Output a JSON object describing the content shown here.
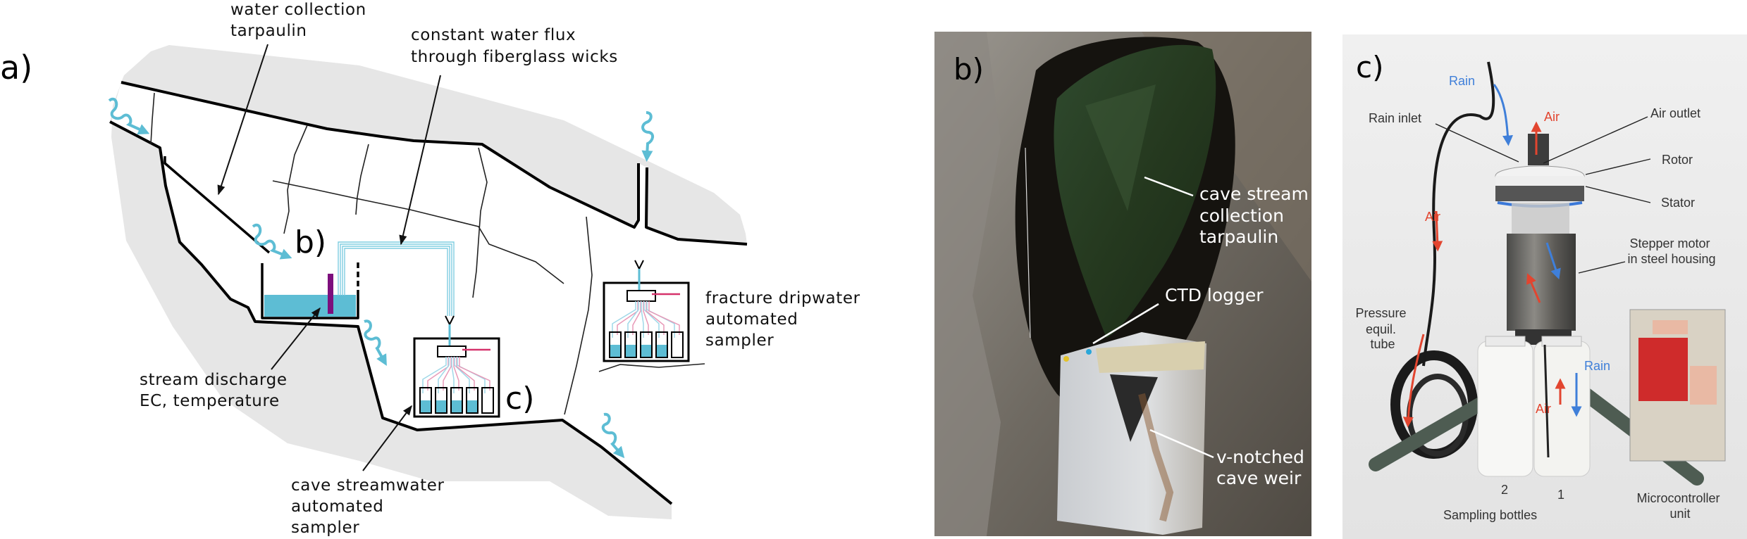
{
  "panel_a": {
    "label": "a)",
    "sub_label_b": "b)",
    "sub_label_c": "c)",
    "tarpaulin_label": [
      "water collection",
      "tarpaulin"
    ],
    "wick_label": [
      "constant water flux",
      "through fiberglass wicks"
    ],
    "stream_label": [
      "stream discharge",
      "EC, temperature"
    ],
    "stream_sampler_label": [
      "cave streamwater",
      "automated",
      "sampler"
    ],
    "fracture_sampler_label": [
      "fracture dripwater",
      "automated",
      "sampler"
    ],
    "colors": {
      "water": "#5dbdd4",
      "rock": "#e6e6e6",
      "probe": "#7d0f7d",
      "tube_red": "#d6336c"
    }
  },
  "panel_b": {
    "label": "b)",
    "tarpaulin_label": [
      "cave stream",
      "collection",
      "tarpaulin"
    ],
    "ctd_label": "CTD logger",
    "weir_label": [
      "v-notched",
      "cave weir"
    ]
  },
  "panel_c": {
    "label": "c)",
    "rain_top": "Rain",
    "air_top": "Air",
    "rain_inlet": "Rain inlet",
    "air_outlet": "Air outlet",
    "rotor": "Rotor",
    "stator": "Stator",
    "air_left": "Air",
    "stepper_motor": [
      "Stepper motor",
      "in steel housing"
    ],
    "pressure_tube": [
      "Pressure",
      "equil.",
      "tube"
    ],
    "rain_bottle": "Rain",
    "air_bottle": "Air",
    "bottle_2": "2",
    "bottle_1": "1",
    "sampling_bottles": "Sampling bottles",
    "microcontroller": [
      "Microcontroller",
      "unit"
    ],
    "colors": {
      "rain": "#3f7fd9",
      "air": "#e2452f"
    }
  }
}
